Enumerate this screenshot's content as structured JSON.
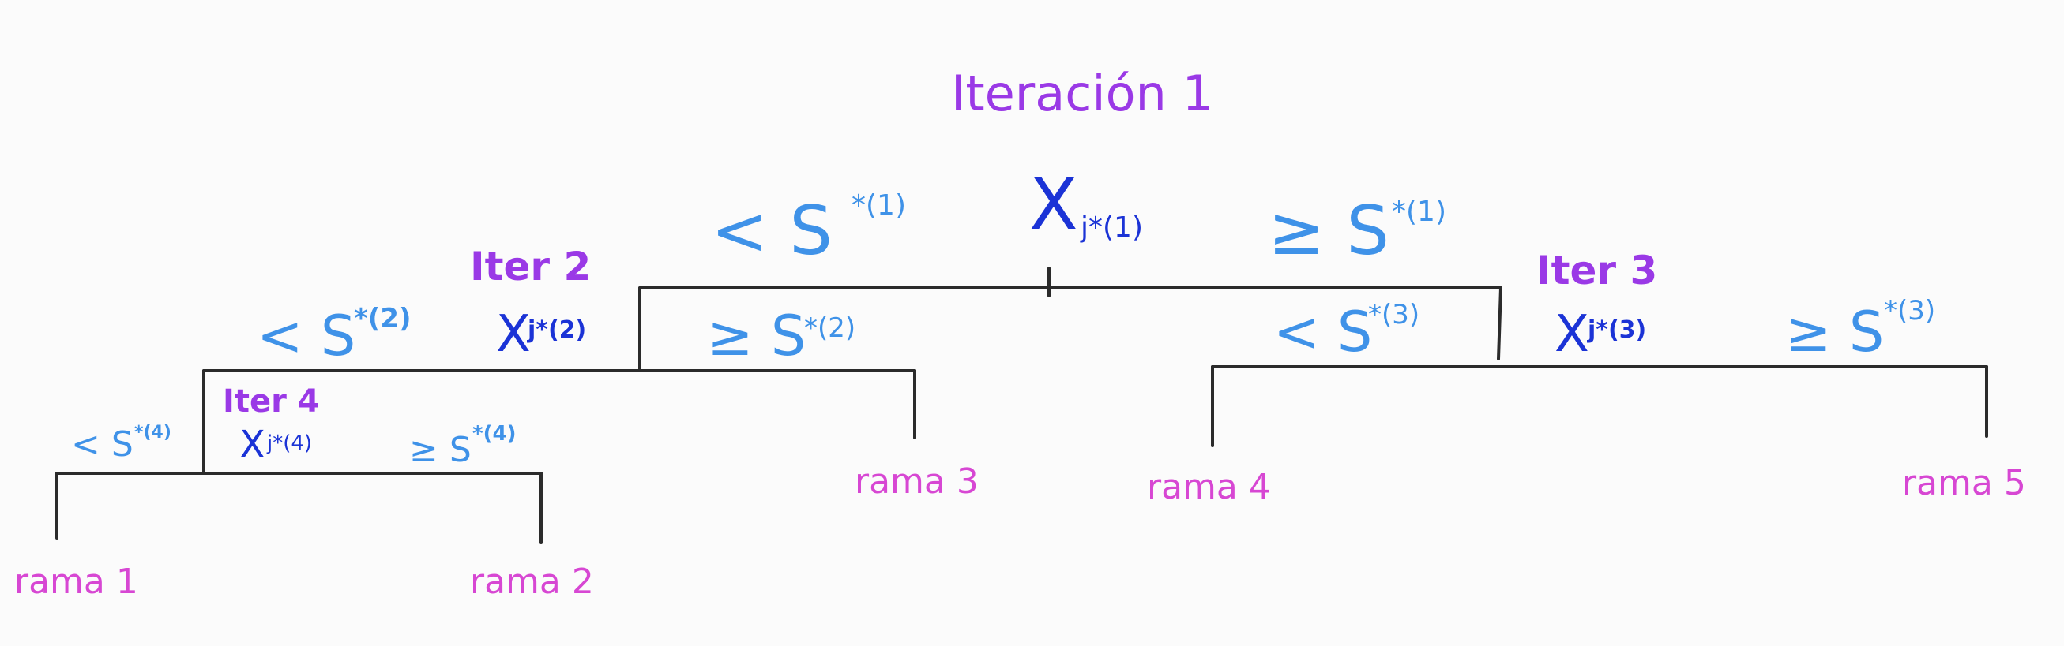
{
  "title": "Iteración 1",
  "root": {
    "feature": "X",
    "feature_sub": "j*(1)",
    "left_cond": "< S",
    "left_sup": "*(1)",
    "right_cond": "≥ S",
    "right_sup": "*(1)"
  },
  "iter2": {
    "label": "Iter 2",
    "feature": "X",
    "feature_sub": "j*(2)",
    "left_cond": "< S",
    "left_sup": "*(2)",
    "right_cond": "≥ S",
    "right_sup": "*(2)"
  },
  "iter3": {
    "label": "Iter 3",
    "feature": "X",
    "feature_sub": "j*(3)",
    "left_cond": "< S",
    "left_sup": "*(3)",
    "right_cond": "≥ S",
    "right_sup": "*(3)"
  },
  "iter4": {
    "label": "Iter 4",
    "feature": "X",
    "feature_sub": "j*(4)",
    "left_cond": "< S",
    "left_sup": "*(4)",
    "right_cond": "≥ S",
    "right_sup": "*(4)"
  },
  "leaves": {
    "rama1": "rama 1",
    "rama2": "rama 2",
    "rama3": "rama 3",
    "rama4": "rama 4",
    "rama5": "rama 5"
  },
  "colors": {
    "title": "#9a39e6",
    "condition": "#3f92e8",
    "feature": "#1b33d6",
    "leaf": "#d747d3",
    "edge": "#2b2b2b"
  }
}
